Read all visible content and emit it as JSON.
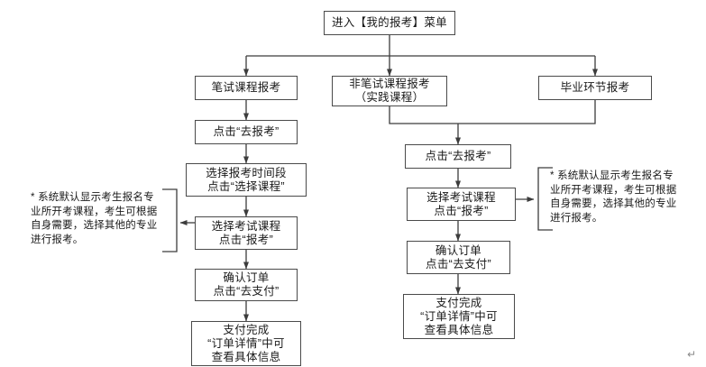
{
  "diagram": {
    "title_node": {
      "label": "进入【我的报考】菜单"
    },
    "branches": [
      {
        "id": "branch-written-exam",
        "label": "笔试课程报考"
      },
      {
        "id": "branch-non-written-exam",
        "label": "非笔试课程报考\n（实践课程）"
      },
      {
        "id": "branch-graduation",
        "label": "毕业环节报考"
      }
    ],
    "left_flow": [
      {
        "id": "left-step-1",
        "label": "点击“去报考”"
      },
      {
        "id": "left-step-2",
        "label": "选择报考时间段\n点击“选择课程”"
      },
      {
        "id": "left-step-3",
        "label": "选择考试课程\n点击“报考”"
      },
      {
        "id": "left-step-4",
        "label": "确认订单\n点击“去支付”"
      },
      {
        "id": "left-step-5",
        "label": "支付完成\n“订单详情”中可\n查看具体信息"
      }
    ],
    "right_flow": [
      {
        "id": "right-step-1",
        "label": "点击“去报考”"
      },
      {
        "id": "right-step-2",
        "label": "选择考试课程\n点击“报考”"
      },
      {
        "id": "right-step-3",
        "label": "确认订单\n点击“去支付”"
      },
      {
        "id": "right-step-4",
        "label": "支付完成\n“订单详情”中可\n查看具体信息"
      }
    ],
    "notes": [
      {
        "id": "note-left",
        "text": "* 系统默认显示考生报名专\n业所开考课程，考生可根据\n自身需要，选择其他的专业\n进行报考。"
      },
      {
        "id": "note-right",
        "text": "* 系统默认显示考生报名专\n业所开考课程，考生可根据\n自身需要，选择其他的专业\n进行报考。"
      }
    ],
    "footer_mark": "↵",
    "colors": {
      "box_border": "#4a4a4a",
      "line": "#3c3c3c",
      "text": "#1a1a1a",
      "background": "#ffffff"
    }
  }
}
